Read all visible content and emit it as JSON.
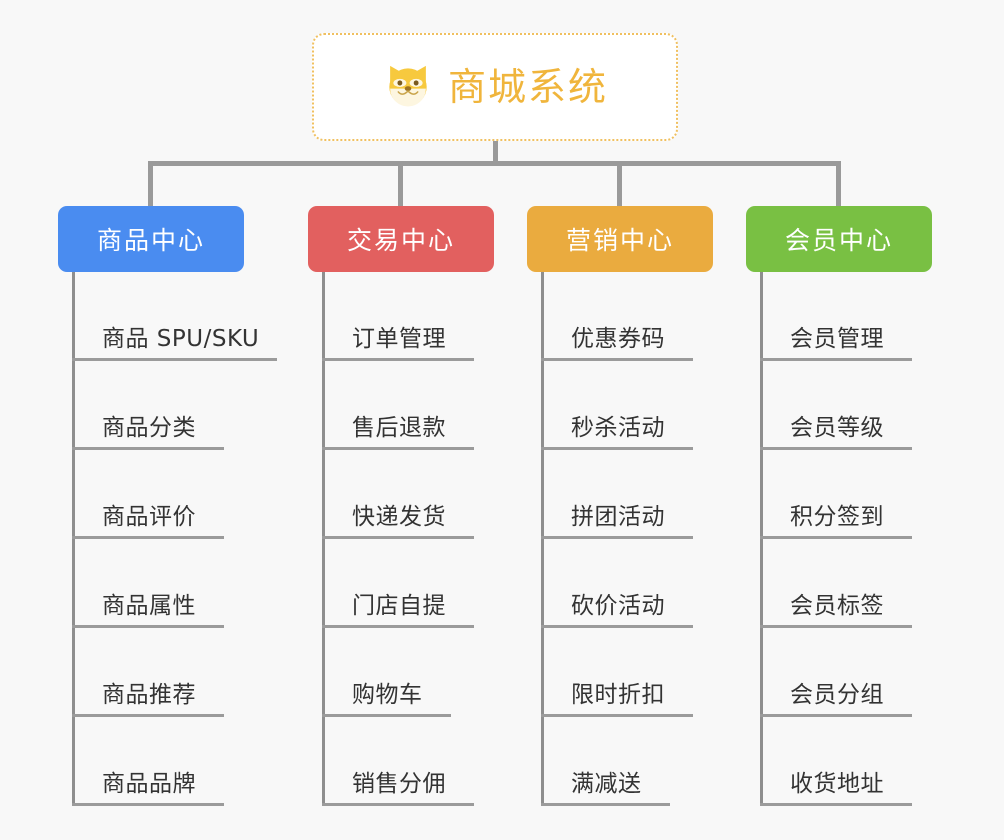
{
  "page": {
    "background_color": "#f8f8f8",
    "title": "商城系统"
  },
  "root": {
    "label": "商城系统",
    "icon": "shiba-dog-icon",
    "text_color": "#f0b53c",
    "border_color": "#f0c060",
    "background_color": "#ffffff"
  },
  "connector": {
    "color": "#9a9a9a"
  },
  "categories": [
    {
      "label": "商品中心",
      "color": "#4a8cf0",
      "spine_color": "#8e8e8e",
      "items": [
        {
          "label": "商品 SPU/SKU"
        },
        {
          "label": "商品分类"
        },
        {
          "label": "商品评价"
        },
        {
          "label": "商品属性"
        },
        {
          "label": "商品推荐"
        },
        {
          "label": "商品品牌"
        }
      ]
    },
    {
      "label": "交易中心",
      "color": "#e2605f",
      "spine_color": "#8e8e8e",
      "items": [
        {
          "label": "订单管理"
        },
        {
          "label": "售后退款"
        },
        {
          "label": "快递发货"
        },
        {
          "label": "门店自提"
        },
        {
          "label": "购物车"
        },
        {
          "label": "销售分佣"
        }
      ]
    },
    {
      "label": "营销中心",
      "color": "#eaab3f",
      "spine_color": "#8e8e8e",
      "items": [
        {
          "label": "优惠券码"
        },
        {
          "label": "秒杀活动"
        },
        {
          "label": "拼团活动"
        },
        {
          "label": "砍价活动"
        },
        {
          "label": "限时折扣"
        },
        {
          "label": "满减送"
        }
      ]
    },
    {
      "label": "会员中心",
      "color": "#79c043",
      "spine_color": "#8e8e8e",
      "items": [
        {
          "label": "会员管理"
        },
        {
          "label": "会员等级"
        },
        {
          "label": "积分签到"
        },
        {
          "label": "会员标签"
        },
        {
          "label": "会员分组"
        },
        {
          "label": "收货地址"
        }
      ]
    }
  ]
}
